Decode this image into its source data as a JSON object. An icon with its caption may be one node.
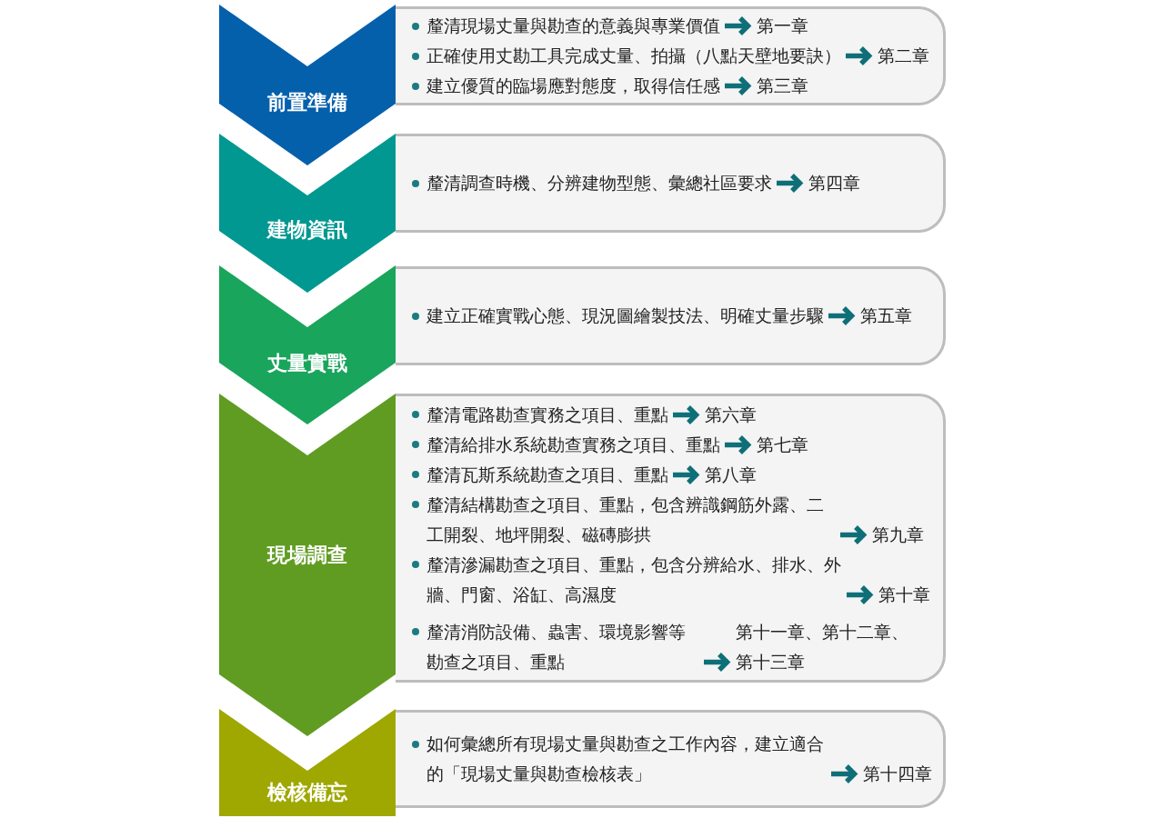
{
  "diagram": {
    "nodes": [
      {
        "text": [
          "前置準備"
        ]
      },
      {
        "text": [],
        "shape": "box"
      },
      {
        "text": [
          "釐清現場丈量與勘查的意義與專業價值"
        ],
        "in": 1
      },
      {
        "text": [
          "第一章"
        ],
        "in": 1
      },
      {
        "text": [
          "正確使用丈勘工具完成丈量、拍攝（八點天壁地要訣）"
        ],
        "in": 1
      },
      {
        "text": [
          "第二章"
        ],
        "in": 1
      },
      {
        "text": [
          "建立優質的臨場應對態度，取得信任感"
        ],
        "in": 1
      },
      {
        "text": [
          "第三章"
        ],
        "in": 1
      },
      {
        "text": [
          "建物資訊"
        ]
      },
      {
        "text": [],
        "shape": "box"
      },
      {
        "text": [
          "釐清調查時機、分辨建物型態、彙總社區要求"
        ],
        "in": 9
      },
      {
        "text": [
          "第四章"
        ],
        "in": 9
      },
      {
        "text": [
          "丈量實戰"
        ]
      },
      {
        "text": [],
        "shape": "box"
      },
      {
        "text": [
          "建立正確實戰心態、現況圖繪製技法、明確丈量步驟"
        ],
        "in": 13
      },
      {
        "text": [
          "第五章"
        ],
        "in": 13
      },
      {
        "text": [
          "現場調查"
        ]
      },
      {
        "text": [],
        "shape": "box"
      },
      {
        "text": [
          "釐清電路勘查實務之項目、重點"
        ],
        "in": 17
      },
      {
        "text": [
          "第六章"
        ],
        "in": 17
      },
      {
        "text": [
          "釐清給排水系統勘查實務之項目、重點"
        ],
        "in": 17
      },
      {
        "text": [
          "第七章"
        ],
        "in": 17
      },
      {
        "text": [
          "釐清瓦斯系統勘查之項目、重點"
        ],
        "in": 17
      },
      {
        "text": [
          "第八章"
        ],
        "in": 17
      },
      {
        "text": [
          "釐清結構勘查之項目、重點，包含辨識鋼筋外露、二工開裂、地坪開裂、磁磚膨拱"
        ],
        "in": 17
      },
      {
        "text": [
          "第九章"
        ],
        "in": 17
      },
      {
        "text": [
          "釐清滲漏勘查之項目、重點，包含分辨給水、排水、外牆、門窗、浴缸、高濕度"
        ],
        "in": 17
      },
      {
        "text": [
          "第十章"
        ],
        "in": 17
      },
      {
        "text": [
          "釐清消防設備、蟲害、環境影響等勘查之項目、重點"
        ],
        "in": 17
      },
      {
        "text": [
          "第十一章、第十二章、第十三章"
        ],
        "in": 17
      },
      {
        "text": [
          "檢核備忘"
        ]
      },
      {
        "text": [],
        "shape": "box"
      },
      {
        "text": [
          "如何彙總所有現場丈量與勘查之工作內容，建立適合的「現場丈量與勘查檢核表」"
        ],
        "in": 31
      },
      {
        "text": [
          "第十四章"
        ],
        "in": 31
      }
    ],
    "edges": [
      {
        "from": 2,
        "to": 3,
        "arrow": "to"
      },
      {
        "from": 4,
        "to": 5,
        "arrow": "to"
      },
      {
        "from": 6,
        "to": 7,
        "arrow": "to"
      },
      {
        "from": 10,
        "to": 11,
        "arrow": "to"
      },
      {
        "from": 14,
        "to": 15,
        "arrow": "to"
      },
      {
        "from": 18,
        "to": 19,
        "arrow": "to"
      },
      {
        "from": 20,
        "to": 21,
        "arrow": "to"
      },
      {
        "from": 22,
        "to": 23,
        "arrow": "to"
      },
      {
        "from": 24,
        "to": 25,
        "arrow": "to"
      },
      {
        "from": 26,
        "to": 27,
        "arrow": "to"
      },
      {
        "from": 28,
        "to": 29,
        "arrow": "to"
      },
      {
        "from": 32,
        "to": 33,
        "arrow": "to"
      }
    ]
  }
}
